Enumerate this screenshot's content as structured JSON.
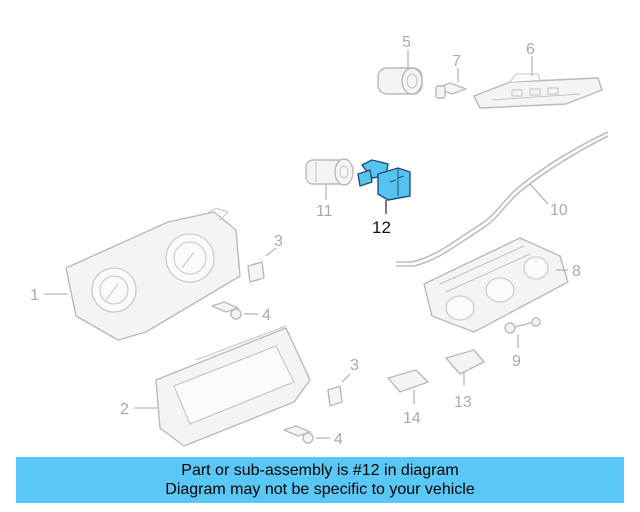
{
  "diagram": {
    "highlight_color": "#56c4ee",
    "callouts": [
      "1",
      "2",
      "3",
      "3",
      "4",
      "4",
      "5",
      "6",
      "7",
      "8",
      "9",
      "10",
      "11",
      "12",
      "13",
      "14"
    ],
    "highlighted_callout": "12"
  },
  "banner": {
    "line1": "Part or sub-assembly is #12 in diagram",
    "line2": "Diagram may not be specific to your vehicle",
    "background": "#5ac8f6"
  }
}
